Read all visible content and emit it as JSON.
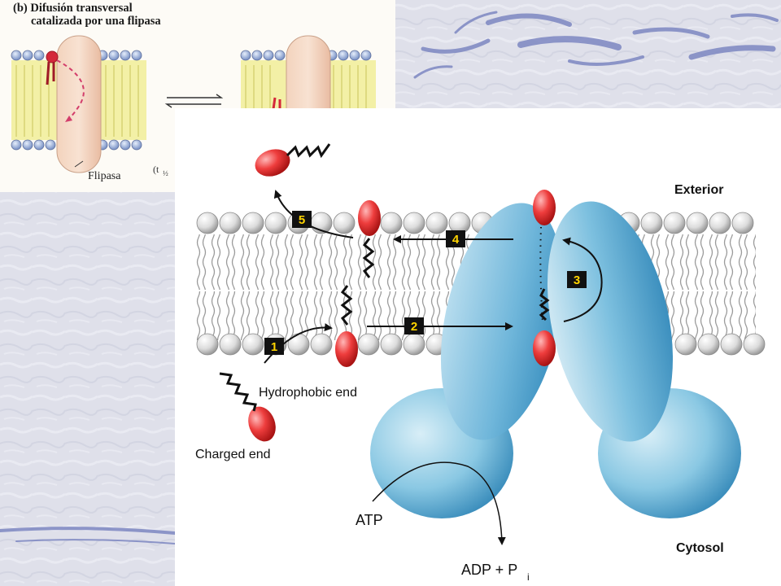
{
  "inset": {
    "title_line1": "(b) Difusión transversal",
    "title_line2": "catalizada por una flipasa",
    "flipase_label": "Flipasa",
    "partial_label": "(t",
    "partial_sub": "½"
  },
  "diagram": {
    "exterior_label": "Exterior",
    "cytosol_label": "Cytosol",
    "hydrophobic_label": "Hydrophobic end",
    "charged_label": "Charged end",
    "atp_label": "ATP",
    "adp_label": "ADP + P",
    "adp_sub": "i",
    "steps": [
      "1",
      "2",
      "3",
      "4",
      "5"
    ]
  },
  "colors": {
    "protein": "#5ba9cf",
    "lipid_head": "#e23a3a",
    "step_box": "#111111",
    "step_number": "#ffd400",
    "slide_bg": "#dcdde8",
    "slide_swirl": "#7d87c2"
  }
}
